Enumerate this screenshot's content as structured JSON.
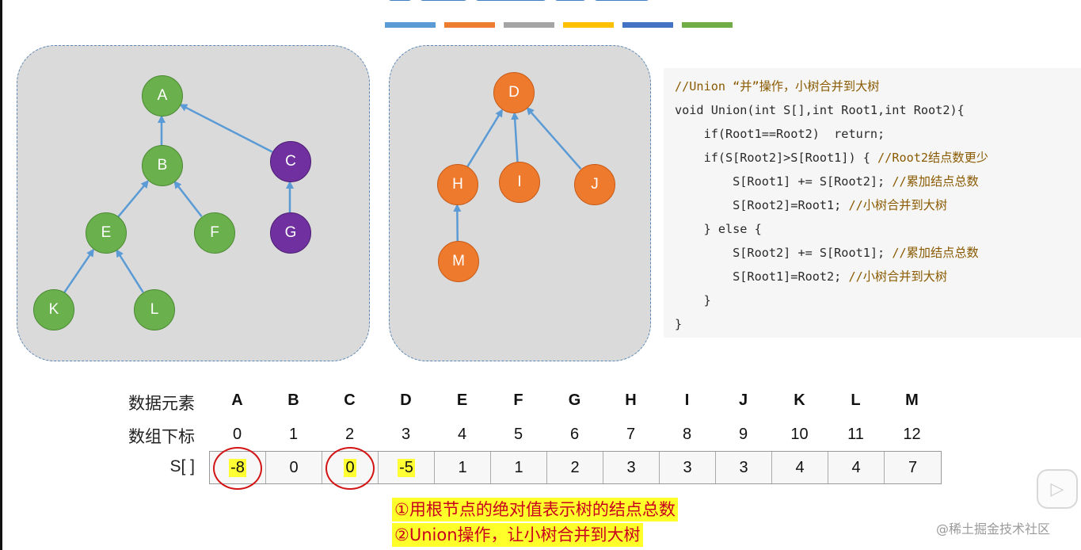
{
  "palette": [
    "#5b9bd5",
    "#ed7d31",
    "#a5a5a5",
    "#ffc000",
    "#4472c4",
    "#70ad47"
  ],
  "colors": {
    "green": "#6ab04c",
    "purple": "#7030a0",
    "orange": "#ee7a2e",
    "edge": "#5b9bd5"
  },
  "tree1": {
    "nodes": [
      {
        "id": "A",
        "color": "green"
      },
      {
        "id": "B",
        "color": "green"
      },
      {
        "id": "C",
        "color": "purple"
      },
      {
        "id": "E",
        "color": "green"
      },
      {
        "id": "F",
        "color": "green"
      },
      {
        "id": "G",
        "color": "purple"
      },
      {
        "id": "K",
        "color": "green"
      },
      {
        "id": "L",
        "color": "green"
      }
    ],
    "edges": [
      [
        "B",
        "A"
      ],
      [
        "C",
        "A"
      ],
      [
        "E",
        "B"
      ],
      [
        "F",
        "B"
      ],
      [
        "G",
        "C"
      ],
      [
        "K",
        "E"
      ],
      [
        "L",
        "E"
      ]
    ]
  },
  "tree2": {
    "nodes": [
      {
        "id": "D",
        "color": "orange"
      },
      {
        "id": "H",
        "color": "orange"
      },
      {
        "id": "I",
        "color": "orange"
      },
      {
        "id": "J",
        "color": "orange"
      },
      {
        "id": "M",
        "color": "orange"
      }
    ],
    "edges": [
      [
        "H",
        "D"
      ],
      [
        "I",
        "D"
      ],
      [
        "J",
        "D"
      ],
      [
        "M",
        "H"
      ]
    ]
  },
  "code": [
    "//Union “并”操作，小树合并到大树",
    "void Union(int S[],int Root1,int Root2){",
    "    if(Root1==Root2)  return;",
    "    if(S[Root2]>S[Root1]) { //Root2结点数更少",
    "        S[Root1] += S[Root2]; //累加结点总数",
    "        S[Root2]=Root1; //小树合并到大树",
    "    } else {",
    "        S[Root2] += S[Root1]; //累加结点总数",
    "        S[Root1]=Root2; //小树合并到大树",
    "    }",
    "}"
  ],
  "table": {
    "row_label_elements": "数据元素",
    "row_label_index": "数组下标",
    "row_label_s": "S[ ]",
    "elements": [
      "A",
      "B",
      "C",
      "D",
      "E",
      "F",
      "G",
      "H",
      "I",
      "J",
      "K",
      "L",
      "M"
    ],
    "indices": [
      "0",
      "1",
      "2",
      "3",
      "4",
      "5",
      "6",
      "7",
      "8",
      "9",
      "10",
      "11",
      "12"
    ],
    "values": [
      "-8",
      "0",
      "0",
      "-5",
      "1",
      "1",
      "2",
      "3",
      "3",
      "3",
      "4",
      "4",
      "7"
    ],
    "highlighted": [
      0,
      2,
      3
    ],
    "circled": [
      0,
      2
    ]
  },
  "notes": [
    "①用根节点的绝对值表示树的结点总数",
    "②Union操作，让小树合并到大树"
  ],
  "watermark": "@稀土掘金技术社区",
  "play_icon": "▷"
}
